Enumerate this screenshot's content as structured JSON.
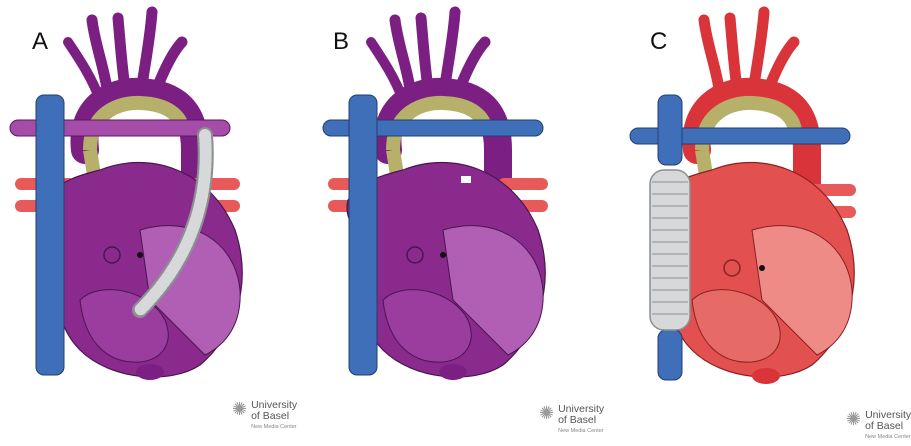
{
  "panels": [
    {
      "letter": "A",
      "heart_color": "#8a2a8c",
      "aorta_color": "#7b1f82",
      "accent": "#b05fb4",
      "pa_color": "#a44ca8",
      "svc_color": "#3f6fb8",
      "graft_side": "right",
      "extra_svc_graft": false
    },
    {
      "letter": "B",
      "heart_color": "#8a2a8c",
      "aorta_color": "#7b1f82",
      "accent": "#b05fb4",
      "pa_color": "#3f6fb8",
      "svc_color": "#3f6fb8",
      "graft_side": "none",
      "extra_svc_graft": false
    },
    {
      "letter": "C",
      "heart_color": "#e2504f",
      "aorta_color": "#d9343a",
      "accent": "#ef8b87",
      "pa_color": "#3f6fb8",
      "svc_color": "#3f6fb8",
      "graft_side": "left",
      "extra_svc_graft": true
    }
  ],
  "logo": {
    "name_line1": "University",
    "name_line2": "of Basel",
    "sub": "New Media Center"
  },
  "colors": {
    "graft_fill": "#d6d8d9",
    "graft_stroke": "#8c8f92",
    "conduit_fill": "#b7b06b",
    "pv_color": "#e85a5a"
  }
}
